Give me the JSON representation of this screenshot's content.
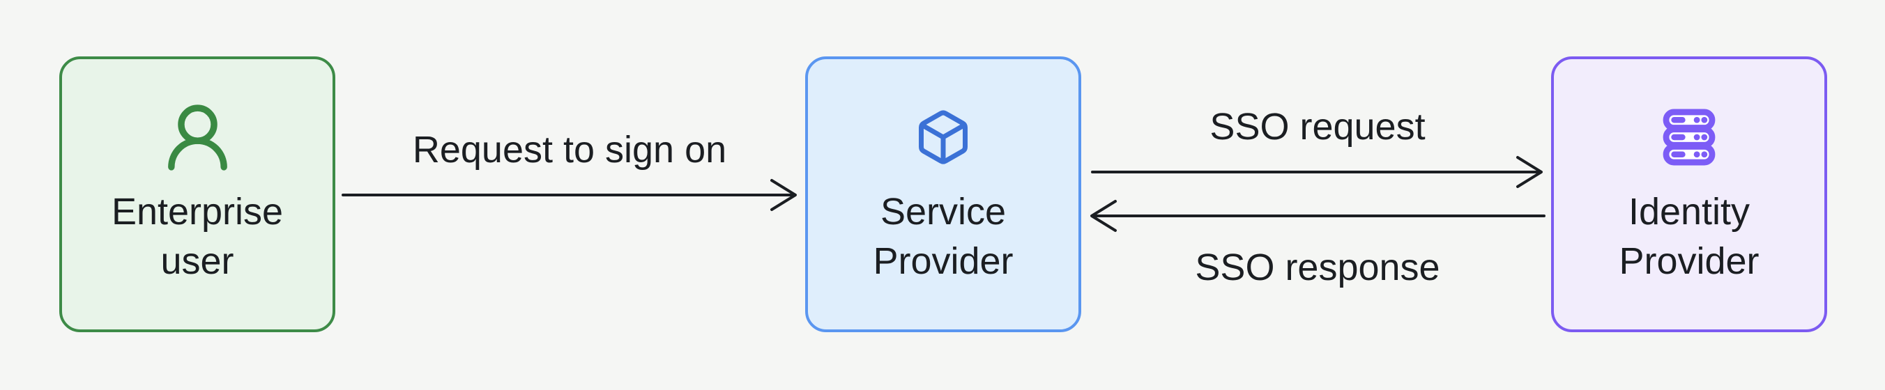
{
  "diagram": {
    "nodes": [
      {
        "id": "enterprise-user",
        "label": "Enterprise user",
        "icon": "user-round-icon",
        "fill": "#e8f4e9",
        "border": "#3d8b47",
        "icon_color": "#3a8a43"
      },
      {
        "id": "service-provider",
        "label": "Service Provider",
        "icon": "cube-icon",
        "fill": "#dfeefc",
        "border": "#5a96f0",
        "icon_color": "#3b71d6"
      },
      {
        "id": "identity-provider",
        "label": "Identity Provider",
        "icon": "server-stack-icon",
        "fill": "#f2edfc",
        "border": "#7c5bf1",
        "icon_color": "#7c5cf6"
      }
    ],
    "edges": [
      {
        "label": "Request to sign on",
        "from": "enterprise-user",
        "to": "service-provider",
        "direction": "right"
      },
      {
        "label": "SSO request",
        "from": "service-provider",
        "to": "identity-provider",
        "direction": "right"
      },
      {
        "label": "SSO response",
        "from": "identity-provider",
        "to": "service-provider",
        "direction": "left"
      }
    ]
  },
  "theme": {
    "bg": "#f5f6f4",
    "ink": "#1b1e22",
    "green_border": "#3d8b47",
    "green_fill": "#e8f4e9",
    "green_icon": "#3a8a43",
    "blue_border": "#5a96f0",
    "blue_fill": "#dfeefc",
    "blue_icon": "#3b71d6",
    "purple_border": "#7c5bf1",
    "purple_fill": "#f2edfc",
    "purple_icon": "#7c5cf6"
  }
}
